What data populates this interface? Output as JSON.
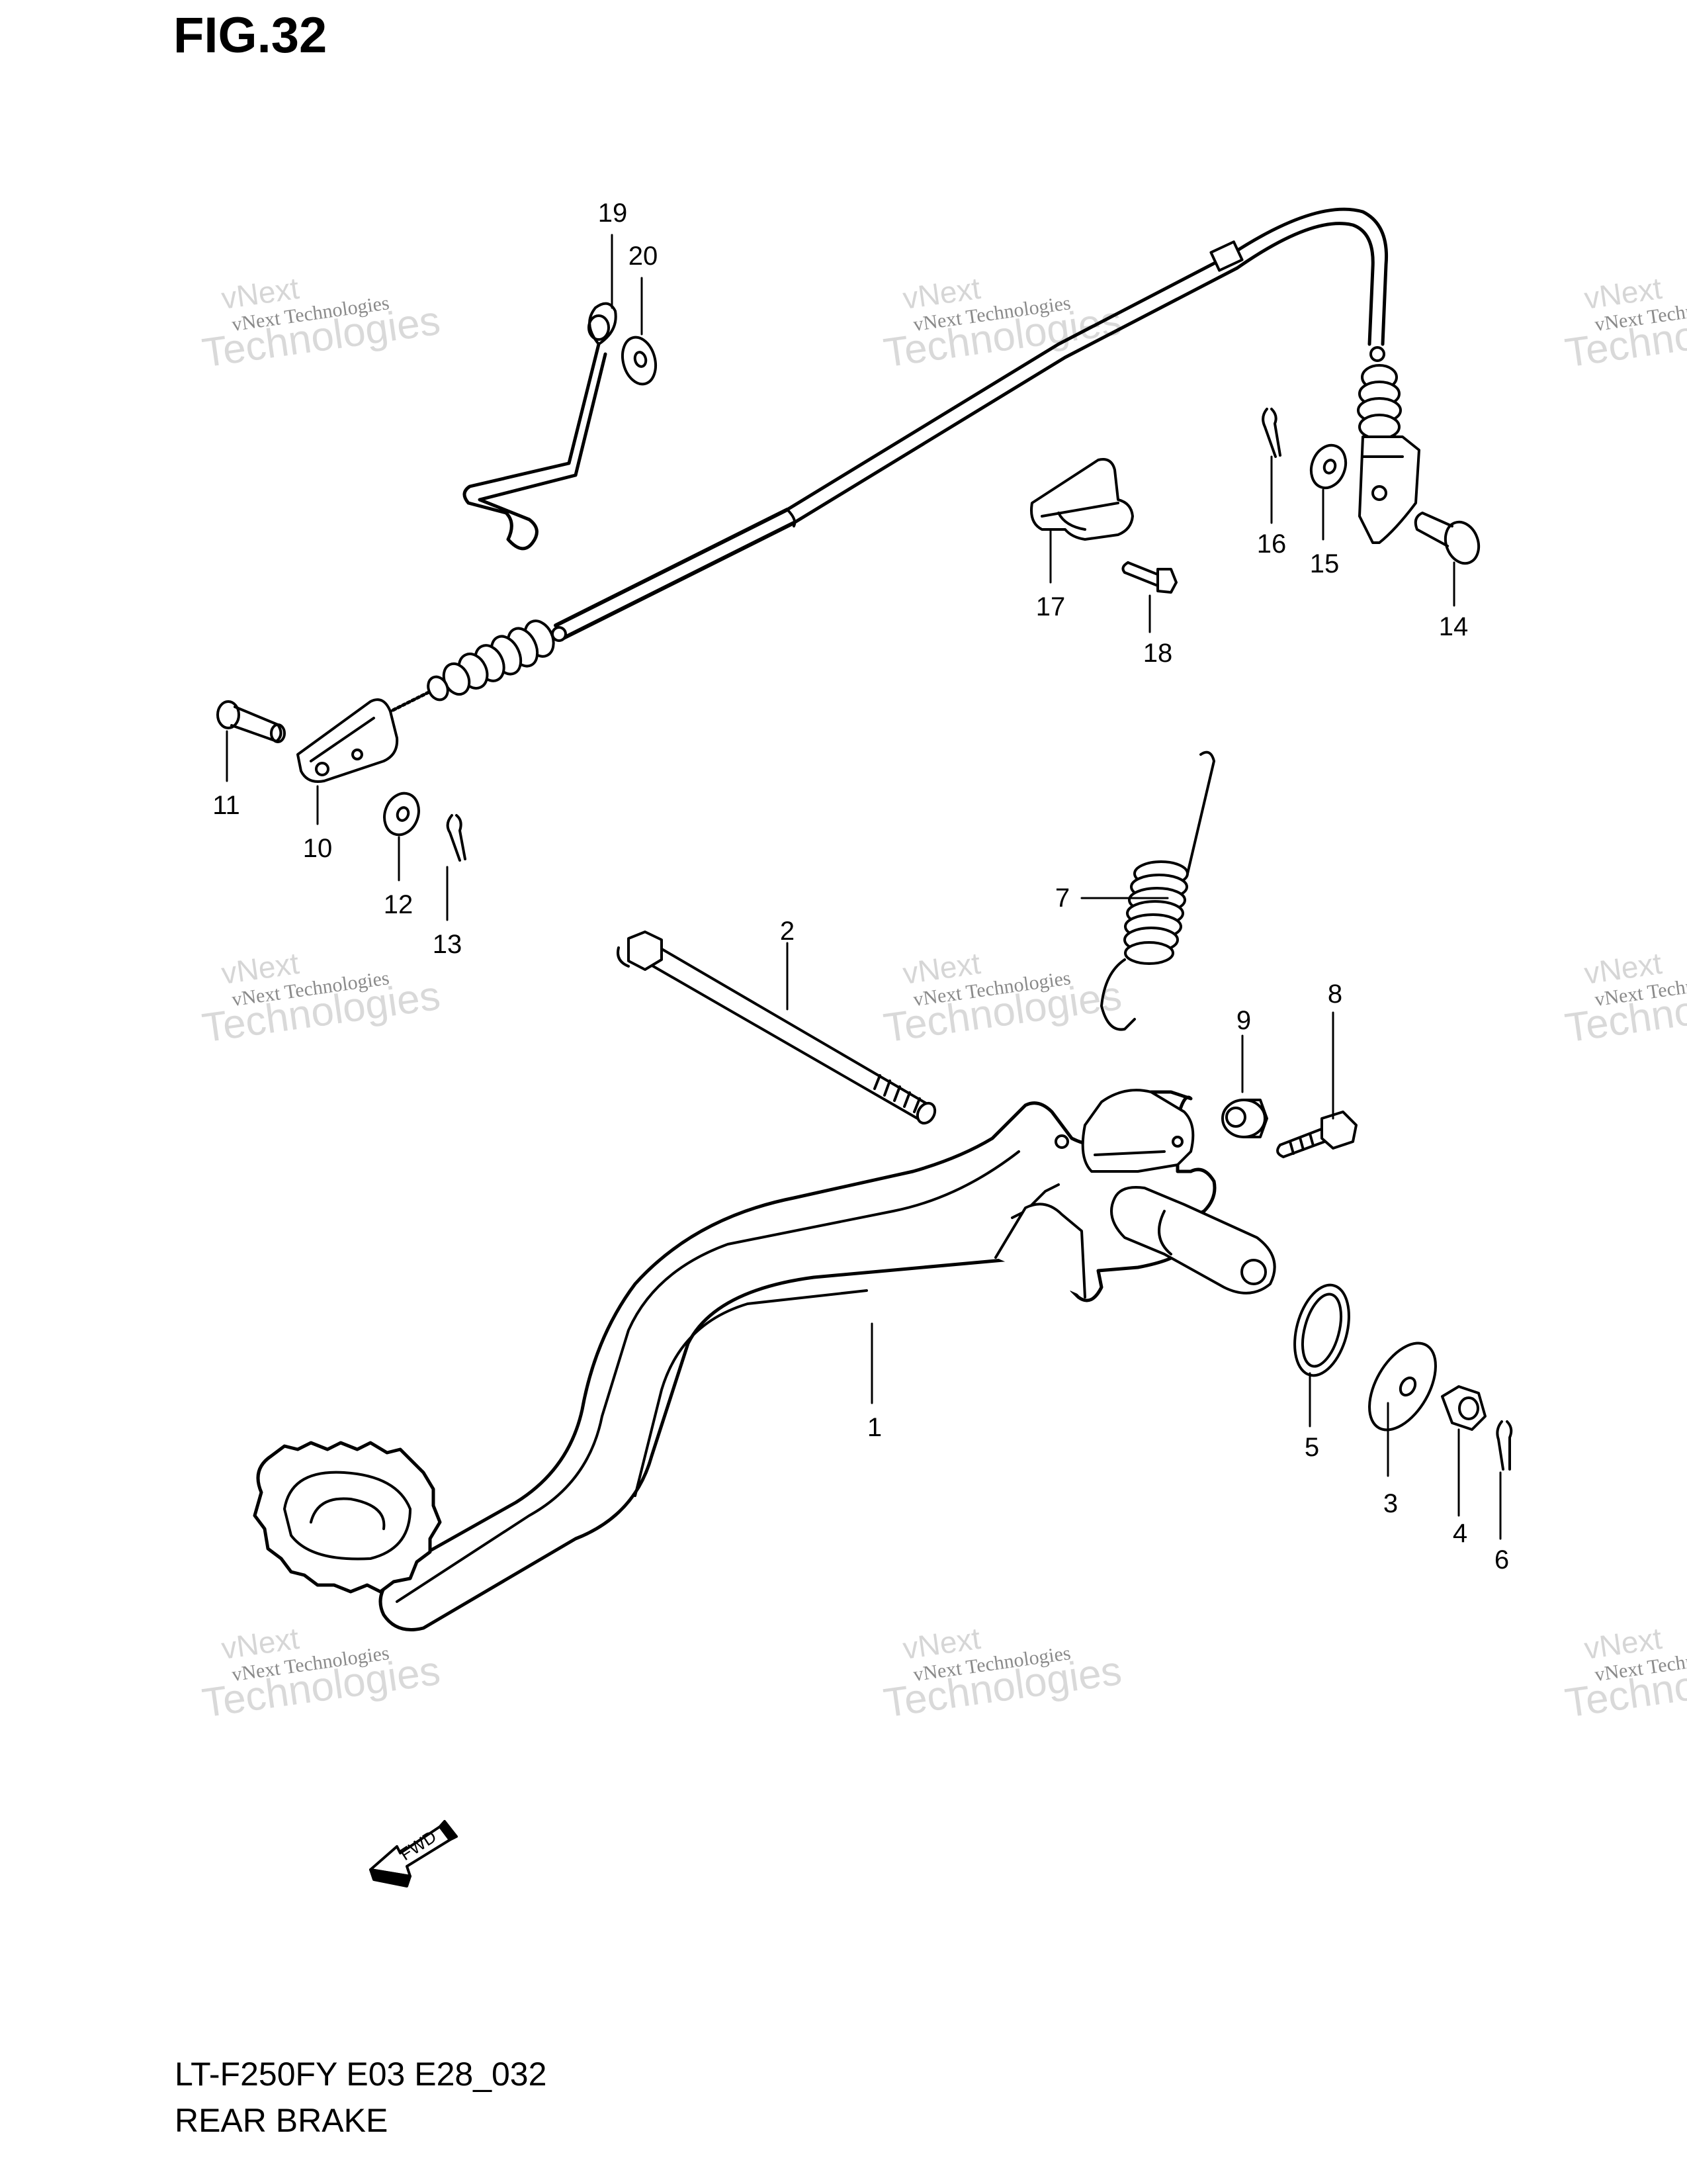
{
  "figure_title": "FIG.32",
  "footer": {
    "model_code": "LT-F250FY E03 E28_032",
    "section_name": "REAR BRAKE"
  },
  "fwd_label": "FWD",
  "watermark": {
    "line1": "vNext",
    "line2": "vNext Technologies",
    "line3": "Technologies"
  },
  "callouts": [
    "1",
    "2",
    "3",
    "4",
    "5",
    "6",
    "7",
    "8",
    "9",
    "10",
    "11",
    "12",
    "13",
    "14",
    "15",
    "16",
    "17",
    "18",
    "19",
    "20"
  ],
  "colors": {
    "ink": "#000000",
    "watermark": "#d6d6d6"
  }
}
